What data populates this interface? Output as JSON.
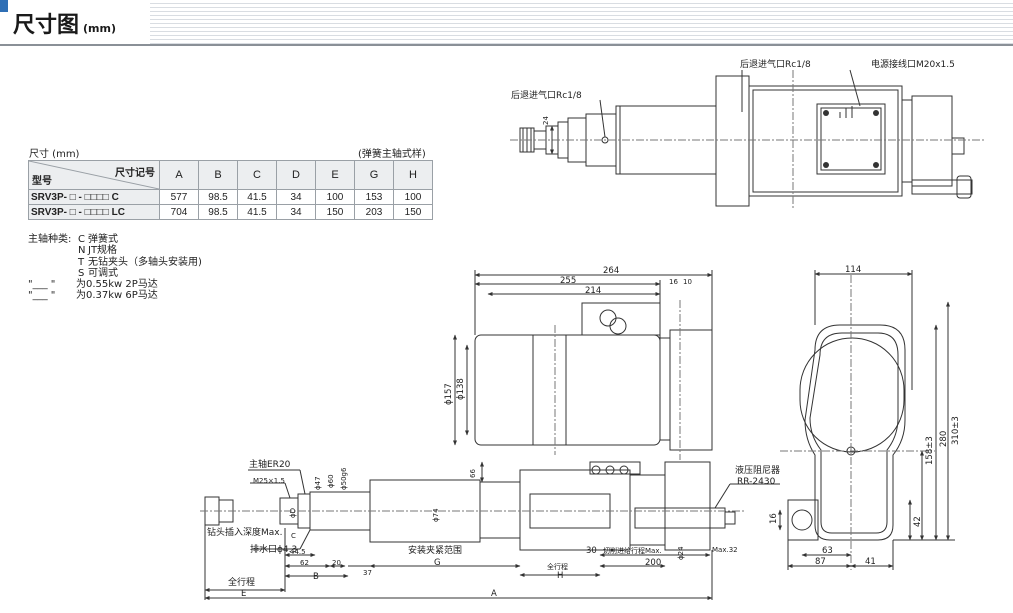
{
  "header": {
    "title": "尺寸图",
    "unit": "(mm)"
  },
  "table": {
    "caption_left": "尺寸 (mm)",
    "caption_right": "(弹簧主轴式样)",
    "corner_top": "尺寸记号",
    "corner_bottom": "型号",
    "columns": [
      "A",
      "B",
      "C",
      "D",
      "E",
      "G",
      "H"
    ],
    "rows": [
      {
        "model": "SRV3P- □ - □□□□ C",
        "values": [
          "577",
          "98.5",
          "41.5",
          "34",
          "100",
          "153",
          "100"
        ]
      },
      {
        "model": "SRV3P- □ - □□□□ LC",
        "values": [
          "704",
          "98.5",
          "41.5",
          "34",
          "150",
          "203",
          "150"
        ]
      }
    ]
  },
  "notes": {
    "label": "主轴种类:",
    "items": [
      {
        "code": "C",
        "desc": "弹簧式"
      },
      {
        "code": "N",
        "desc": "JT规格"
      },
      {
        "code": "T",
        "desc": "无钻夹头（多轴头安装用)"
      },
      {
        "code": "S",
        "desc": "可调式"
      }
    ],
    "quotes": [
      {
        "mark": "\"___ \"",
        "desc": "为0.55kw 2P马达"
      },
      {
        "mark": "\"___ \"",
        "desc": "为0.37kw 6P马达"
      }
    ]
  },
  "top_view": {
    "label_rear_inlet_left": "后退进气口Rc1/8",
    "label_rear_inlet_top": "后退进气口Rc1/8",
    "label_power_port": "电源接线口M20x1.5",
    "dim_24": "24"
  },
  "side_view": {
    "label_spindle": "主轴ER20",
    "label_thread": "M25×1.5",
    "label_drill_depth": "钻头插入深度Max.",
    "label_drain": "排水口ϕ4.3",
    "label_clamp_range": "安装夹紧范围",
    "label_cut_stroke": "切削进给行程Max.",
    "label_stroke_small": "全行程",
    "label_stroke": "全行程",
    "label_damper": "液压阻尼器",
    "label_damper_model": "RR-2430",
    "dims": {
      "d264": "264",
      "d255": "255",
      "d214": "214",
      "d10": "10",
      "d16a": "16",
      "d157": "ϕ157",
      "d138": "ϕ138",
      "d66": "66",
      "d74": "ϕ74",
      "d47": "ϕ47",
      "d60": "ϕ60",
      "d50": "ϕ50g6",
      "dD": "ϕD",
      "dC": "C",
      "d445": "44.5",
      "d62": "62",
      "d20": "20",
      "d37": "37",
      "d30": "30",
      "d200": "200",
      "d24": "ϕ24",
      "dmax32": "Max.32",
      "dB": "B",
      "dG": "G",
      "dH": "H",
      "dE": "E",
      "dA": "A"
    }
  },
  "end_view": {
    "dims": {
      "d114": "114",
      "d310": "310±3",
      "d280": "280",
      "d158": "158±3",
      "d42": "42",
      "d16": "16",
      "d63": "63",
      "d87": "87",
      "d41": "41"
    }
  },
  "colors": {
    "accent": "#2f6fb5",
    "line": "#333333",
    "table_header": "#eceef0"
  }
}
